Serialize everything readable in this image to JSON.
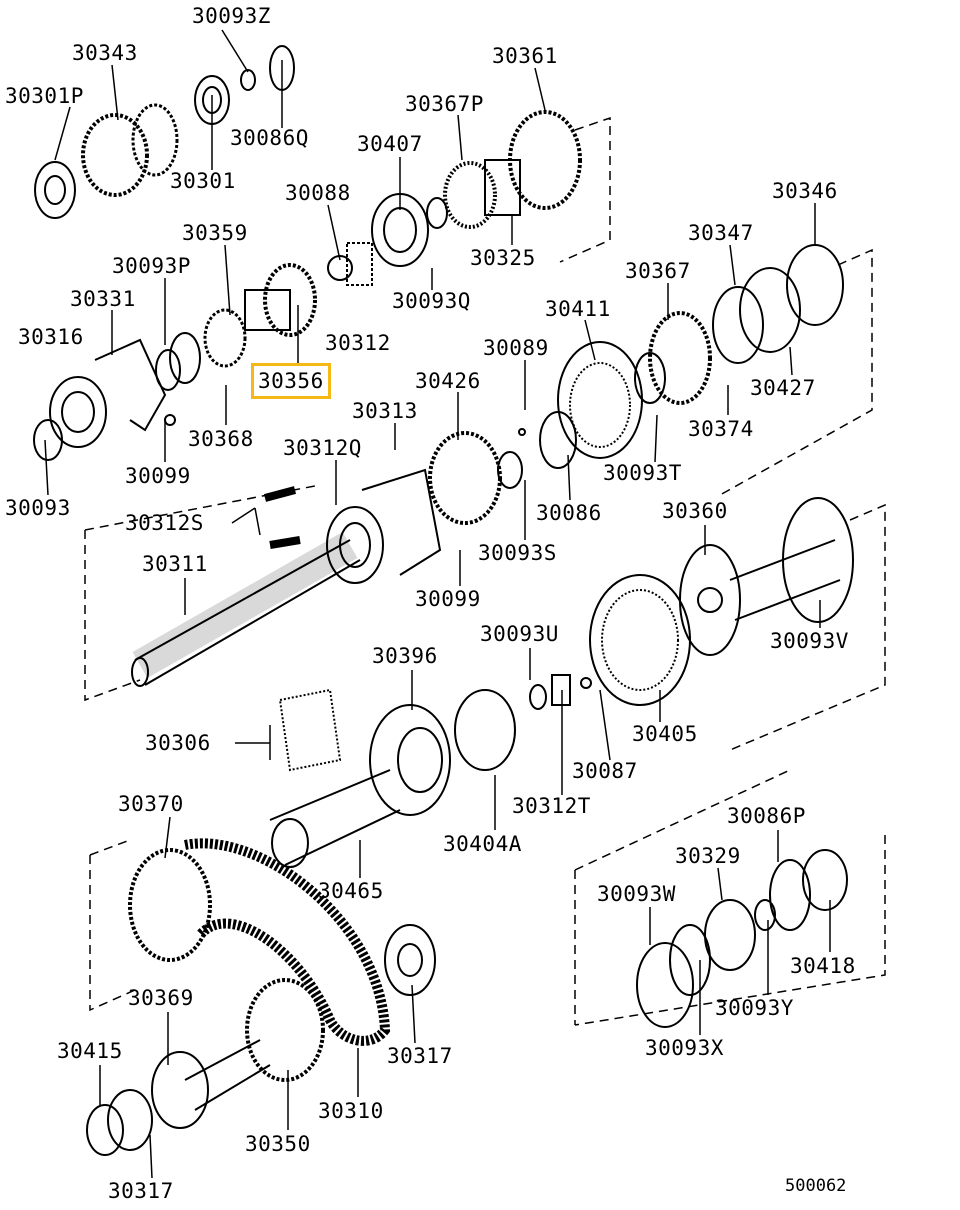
{
  "diagram": {
    "highlight_color": "#f5b814",
    "highlighted_part": "30356",
    "labels": [
      "30093Z",
      "30343",
      "30301P",
      "30086Q",
      "30301",
      "30361",
      "30367P",
      "30407",
      "30088",
      "30346",
      "30359",
      "30347",
      "30093P",
      "30325",
      "30367",
      "30331",
      "30093Q",
      "30411",
      "30316",
      "30312",
      "30089",
      "30356",
      "30426",
      "30427",
      "30313",
      "30368",
      "30374",
      "30312Q",
      "30099",
      "30093T",
      "30093",
      "30086",
      "30360",
      "30312S",
      "30093S",
      "30311",
      "30099",
      "30093U",
      "30093V",
      "30396",
      "30306",
      "30405",
      "30087",
      "30312T",
      "30370",
      "30086P",
      "30404A",
      "30329",
      "30465",
      "30093W",
      "30418",
      "30369",
      "30093Y",
      "30415",
      "30093X",
      "30317",
      "30310",
      "30350",
      "30317"
    ],
    "diagram_code": "500062"
  }
}
